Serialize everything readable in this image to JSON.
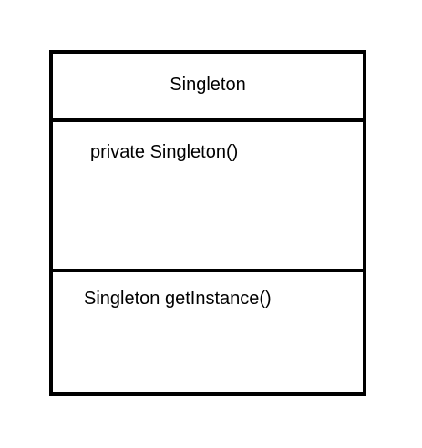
{
  "diagram": {
    "class_name": "Singleton",
    "constructor": "private Singleton()",
    "method": "Singleton getInstance()",
    "colors": {
      "border": "#000000",
      "background": "#ffffff",
      "text": "#000000"
    }
  }
}
